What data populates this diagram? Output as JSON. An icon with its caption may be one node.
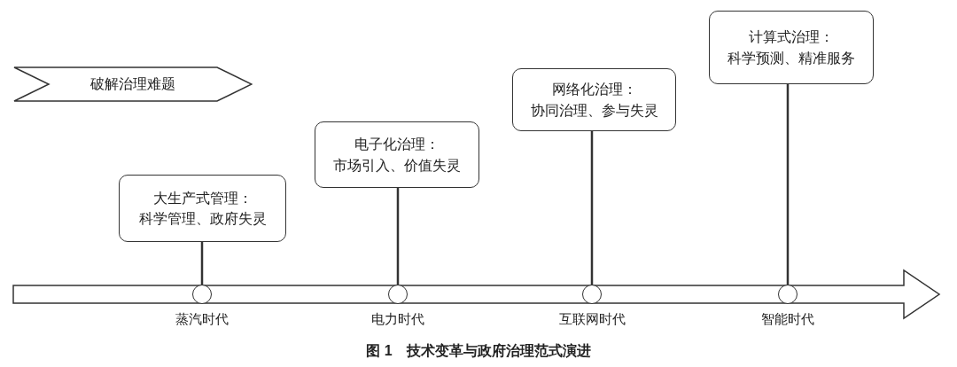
{
  "diagram": {
    "caption": "**图 1**　**技术变革与政府治理范式演进**",
    "nodes": [
      {
        "text": [
          "破解治理难题"
        ]
      },
      {
        "text": [
          "大生产式管理：",
          "科学管理、政府失灵"
        ]
      },
      {
        "text": [
          "电子化治理：",
          "市场引入、价值失灵"
        ]
      },
      {
        "text": [
          "网络化治理：",
          "协同治理、参与失灵"
        ]
      },
      {
        "text": [
          "计算式治理：",
          "科学预测、精准服务"
        ]
      },
      {
        "text": [],
        "shape": "circle",
        "beside": [
          "蒸汽时代"
        ]
      },
      {
        "text": [],
        "shape": "circle",
        "beside": [
          "电力时代"
        ]
      },
      {
        "text": [],
        "shape": "circle",
        "beside": [
          "互联网时代"
        ]
      },
      {
        "text": [],
        "shape": "circle",
        "beside": [
          "智能时代"
        ]
      }
    ],
    "edges": [
      {
        "from": 5,
        "to": 1,
        "arrow": "none"
      },
      {
        "from": 6,
        "to": 2,
        "arrow": "none"
      },
      {
        "from": 7,
        "to": 3,
        "arrow": "none"
      },
      {
        "from": 8,
        "to": 4,
        "arrow": "none"
      }
    ]
  }
}
